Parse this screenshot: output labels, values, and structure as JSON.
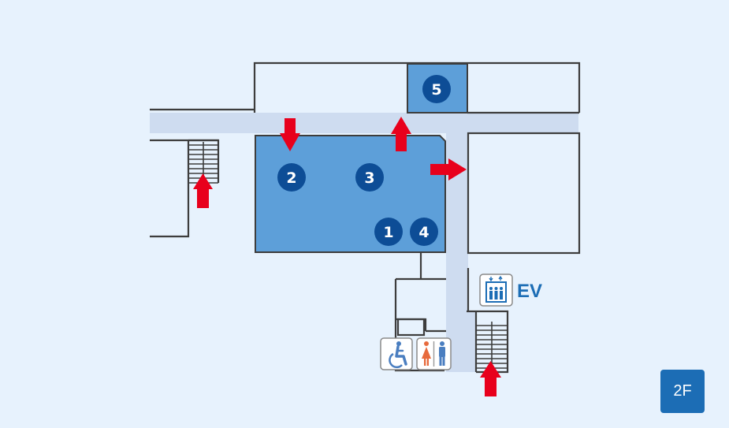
{
  "map": {
    "floor_label": "2F",
    "elevator_label": "EV",
    "markers": [
      "1",
      "2",
      "3",
      "4",
      "5"
    ],
    "icons": [
      "stairs-icon",
      "elevator-icon",
      "accessible-toilet-icon",
      "restroom-icon",
      "red-arrow-icon"
    ],
    "colors": {
      "background": "#e7f2fd",
      "corridor": "#cedcf0",
      "highlight_room": "#5d9fd9",
      "marker": "#0d4d96",
      "arrow": "#e8001c",
      "wall": "#3d3d3d",
      "accent": "#1c6db5"
    }
  }
}
